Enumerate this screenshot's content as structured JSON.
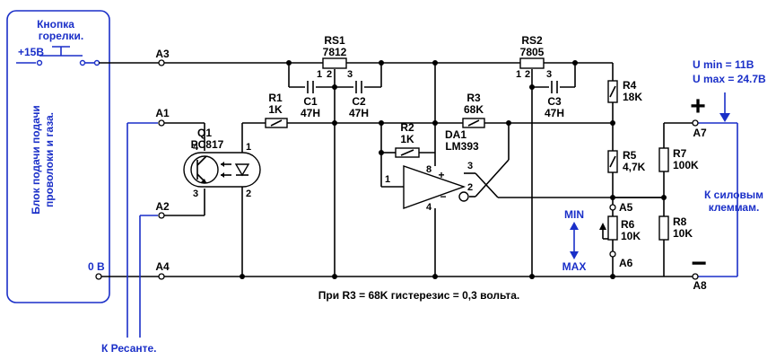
{
  "colors": {
    "wire": "#000000",
    "annotation": "#1a2fc8",
    "background": "#ffffff"
  },
  "block": {
    "title_line1": "Блок подачи подачи",
    "title_line2": "проволоки и газа.",
    "button_label_line1": "Кнопка",
    "button_label_line2": "горелки.",
    "supply_label": "+15В",
    "zero_label": "0 В",
    "resanta_label": "К Ресанте."
  },
  "nodes": {
    "a1": "A1",
    "a2": "A2",
    "a3": "A3",
    "a4": "A4",
    "a5": "A5",
    "a6": "A6",
    "a7": "A7",
    "a8": "A8"
  },
  "components": {
    "rs1": {
      "name": "RS1",
      "value": "7812",
      "pin1": "1",
      "pin2": "2",
      "pin3": "3"
    },
    "rs2": {
      "name": "RS2",
      "value": "7805",
      "pin1": "1",
      "pin2": "2",
      "pin3": "3"
    },
    "c1": {
      "name": "C1",
      "value": "47H"
    },
    "c2": {
      "name": "C2",
      "value": "47H"
    },
    "c3": {
      "name": "C3",
      "value": "47H"
    },
    "r1": {
      "name": "R1",
      "value": "1K"
    },
    "r2": {
      "name": "R2",
      "value": "1K"
    },
    "r3": {
      "name": "R3",
      "value": "68K"
    },
    "r4": {
      "name": "R4",
      "value": "18K"
    },
    "r5": {
      "name": "R5",
      "value": "4,7K"
    },
    "r6": {
      "name": "R6",
      "value": "10K"
    },
    "r7": {
      "name": "R7",
      "value": "100K"
    },
    "r8": {
      "name": "R8",
      "value": "10K"
    },
    "q1": {
      "name": "Q1",
      "value": "PC817",
      "pin1": "1",
      "pin2": "2",
      "pin3": "3",
      "pin4": "4"
    },
    "da1": {
      "name": "DA1",
      "value": "LM393",
      "pin1": "1",
      "pin2": "2",
      "pin3": "3",
      "pin4": "4",
      "pin8": "8",
      "plus": "+",
      "minus": "−"
    }
  },
  "annotations": {
    "min_label": "MIN",
    "max_label": "MAX",
    "u_min": "U min = 11В",
    "u_max": "U max = 24.7В",
    "plus_sign": "+",
    "minus_sign": "−",
    "terminals_line1": "К силовым",
    "terminals_line2": "клеммам.",
    "hysteresis_note": "При R3 = 68K  гистерезис = 0,3 вольта."
  }
}
